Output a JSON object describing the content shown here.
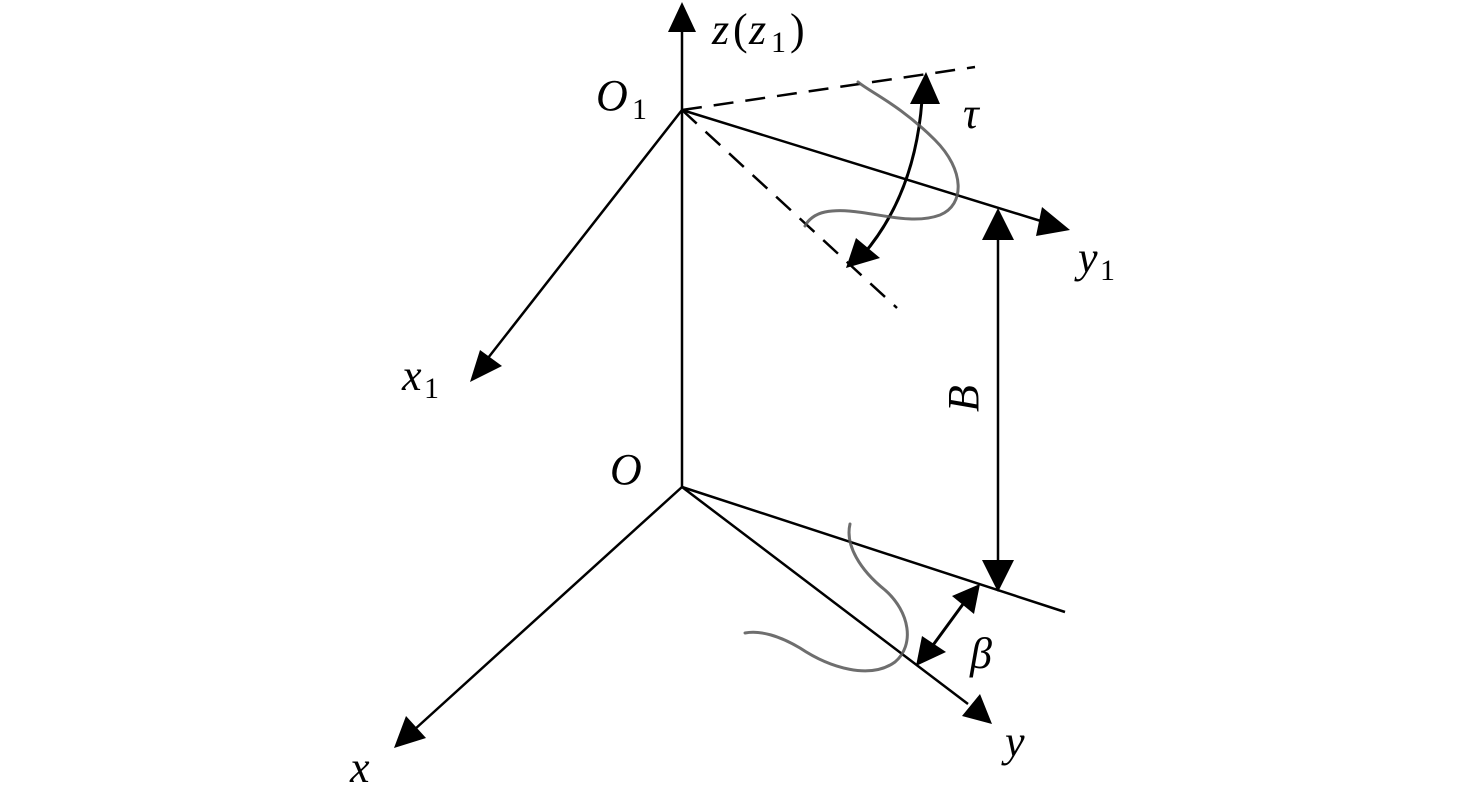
{
  "labels": {
    "z": "z",
    "z1_paren_open": "(",
    "z1": "z",
    "z1_sub": "1",
    "z1_paren_close": ")",
    "O1": "O",
    "O1_sub": "1",
    "x1": "x",
    "x1_sub": "1",
    "y1": "y",
    "y1_sub": "1",
    "tau": "τ",
    "B": "B",
    "O": "O",
    "beta": "β",
    "x": "x",
    "y": "y"
  },
  "colors": {
    "ink": "#000000",
    "wave": "#555555",
    "background": "#ffffff"
  }
}
